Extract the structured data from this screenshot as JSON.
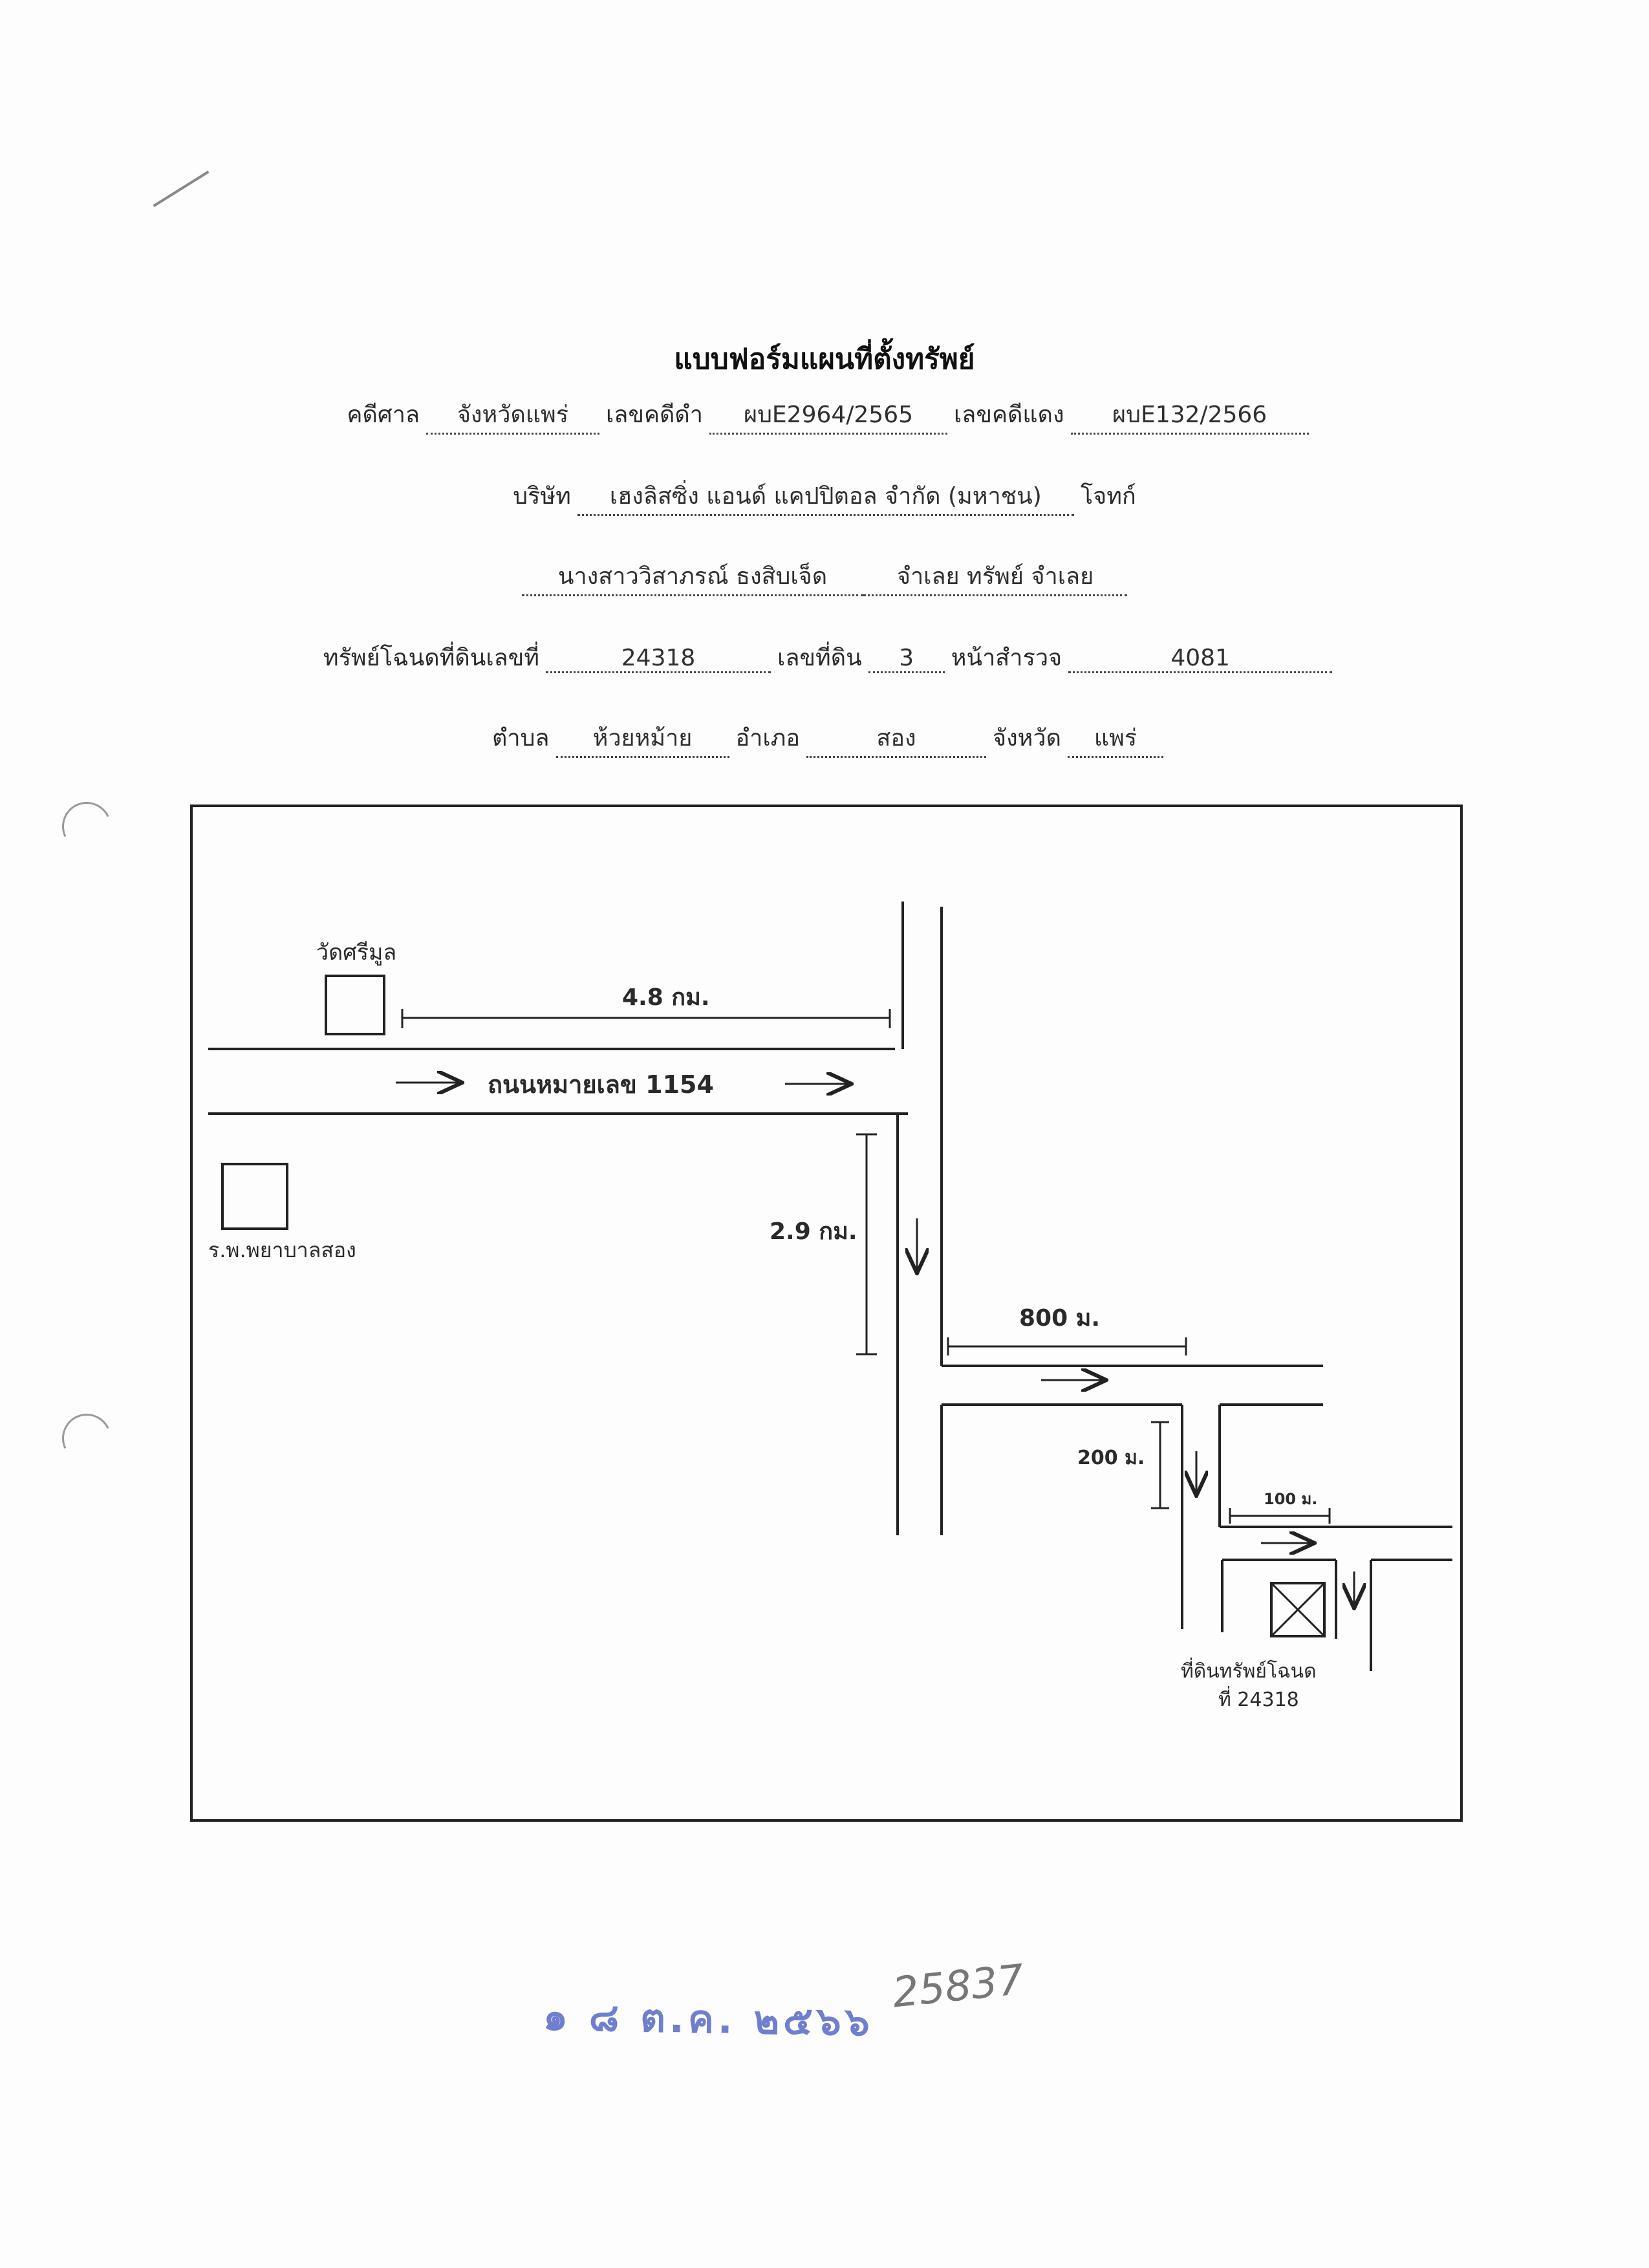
{
  "form": {
    "title": "แบบฟอร์มแผนที่ตั้งทรัพย์",
    "court_label": "คดีศาล",
    "court_value": "จังหวัดแพร่",
    "black_case_label": "เลขคดีดำ",
    "black_case_value": "ผบE2964/2565",
    "red_case_label": "เลขคดีแดง",
    "red_case_value": "ผบE132/2566",
    "company_label": "บริษัท",
    "company_value": "เฮงลิสซิ่ง แอนด์ แคปปิตอล จำกัด (มหาชน)",
    "plaintiff_label": "โจทก์",
    "defendant_value": "นางสาววิสาภรณ์ ธงสิบเจ็ด",
    "defendant_label": "จำเลย ทรัพย์ จำเลย",
    "deed_label": "ทรัพย์โฉนดที่ดินเลขที่",
    "deed_value": "24318",
    "land_no_label": "เลขที่ดิน",
    "land_no_value": "3",
    "survey_label": "หน้าสำรวจ",
    "survey_value": "4081",
    "subdistrict_label": "ตำบล",
    "subdistrict_value": "ห้วยหม้าย",
    "district_label": "อำเภอ",
    "district_value": "สอง",
    "province_label": "จังหวัด",
    "province_value": "แพร่"
  },
  "map": {
    "temple_label": "วัดศรีมูล",
    "hospital_label": "ร.พ.พยาบาลสอง",
    "road_label": "ถนนหมายเลข 1154",
    "dist_4_8": "4.8 กม.",
    "dist_2_9": "2.9 กม.",
    "dist_800": "800 ม.",
    "dist_200": "200 ม.",
    "dist_100": "100 ม.",
    "property_label_1": "ที่ดินทรัพย์โฉนด",
    "property_label_2": "ที่ 24318"
  },
  "stamps": {
    "date_stamp": "๑ ๘ ต.ค. ๒๕๖๖",
    "handwritten_number": "25837"
  }
}
